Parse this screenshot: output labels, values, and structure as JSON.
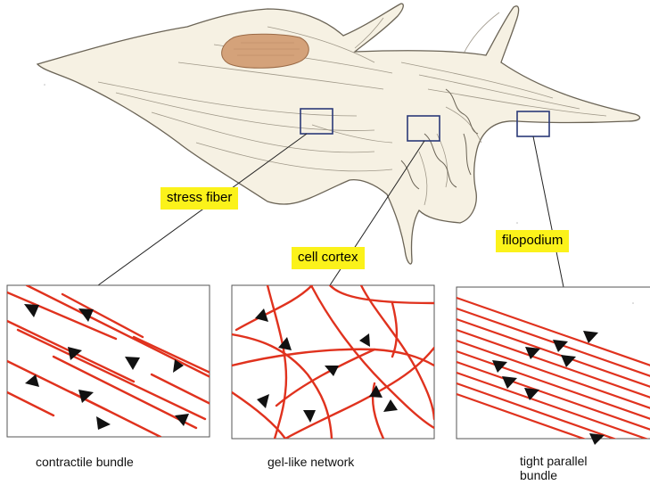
{
  "labels": {
    "stress_fiber": "stress fiber",
    "cell_cortex": "cell cortex",
    "filopodium": "filopodium"
  },
  "captions": {
    "contractile": "contractile bundle",
    "gel": "gel-like network",
    "parallel_line1": "tight parallel",
    "parallel_line2": "bundle"
  },
  "colors": {
    "filament": "#e0321e",
    "nucleus": "#d4a27a",
    "label_bg": "#fbf21a",
    "zoom_box": "#2b3a78"
  }
}
